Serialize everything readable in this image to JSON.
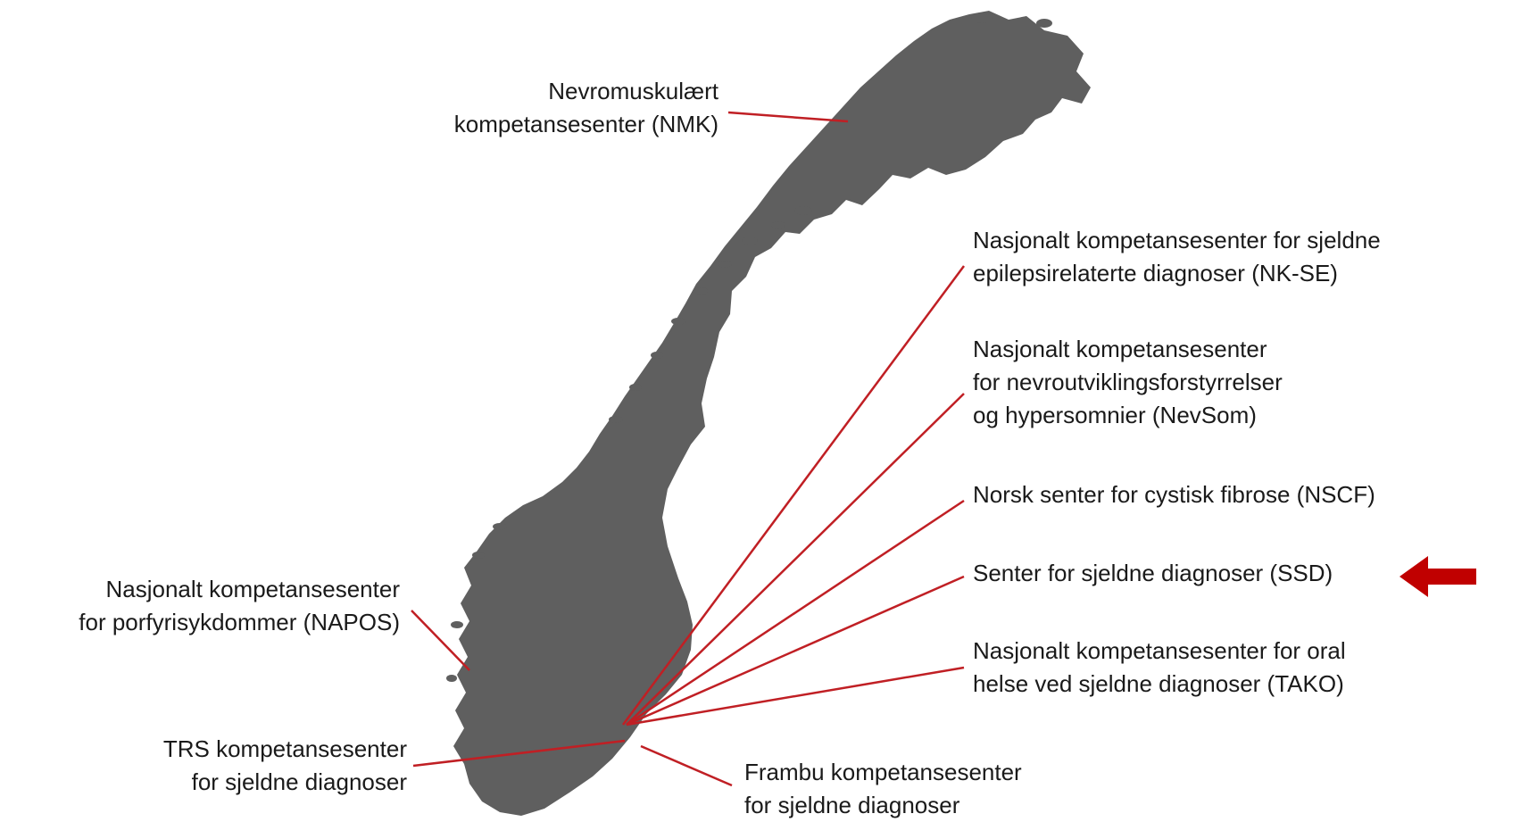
{
  "map": {
    "region": "norway-outline",
    "land_color": "#5f5f5f",
    "leader_color": "#c01f24",
    "arrow_color": "#c00000"
  },
  "centers": [
    {
      "id": "nmk",
      "lines": [
        "Nevromuskulært",
        "kompetansesenter (NMK)"
      ]
    },
    {
      "id": "nk-se",
      "lines": [
        "Nasjonalt kompetansesenter for sjeldne",
        "epilepsirelaterte diagnoser (NK-SE)"
      ]
    },
    {
      "id": "nevsom",
      "lines": [
        "Nasjonalt kompetansesenter",
        "for nevroutviklingsforstyrrelser",
        "og hypersomnier (NevSom)"
      ]
    },
    {
      "id": "nscf",
      "lines": [
        "Norsk senter for cystisk fibrose (NSCF)"
      ]
    },
    {
      "id": "ssd",
      "lines": [
        "Senter for sjeldne diagnoser (SSD)"
      ],
      "highlighted": true
    },
    {
      "id": "tako",
      "lines": [
        "Nasjonalt kompetansesenter for oral",
        "helse ved sjeldne diagnoser (TAKO)"
      ]
    },
    {
      "id": "napos",
      "lines": [
        "Nasjonalt kompetansesenter",
        "for porfyrisykdommer (NAPOS)"
      ]
    },
    {
      "id": "trs",
      "lines": [
        "TRS kompetansesenter",
        "for sjeldne diagnoser"
      ]
    },
    {
      "id": "frambu",
      "lines": [
        "Frambu kompetansesenter",
        "for sjeldne diagnoser"
      ]
    }
  ]
}
